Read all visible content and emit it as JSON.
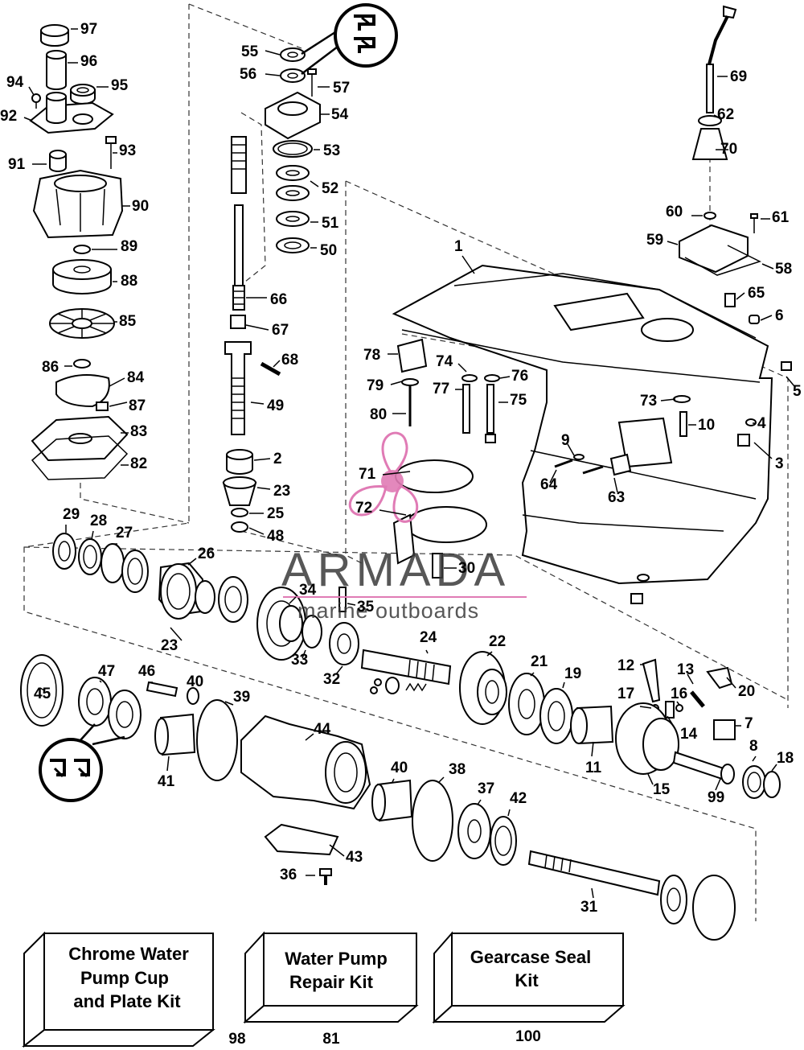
{
  "watermark": {
    "brand": "ARMADA",
    "tagline": "marine outboards",
    "accent_color": "#e07bb5"
  },
  "kits": [
    {
      "id": "kit-chrome-water-pump-cup",
      "lines": [
        "Chrome Water",
        "Pump Cup",
        "and Plate Kit"
      ],
      "number": "98"
    },
    {
      "id": "kit-water-pump-repair",
      "lines": [
        "Water Pump",
        "Repair Kit"
      ],
      "number": "81"
    },
    {
      "id": "kit-gearcase-seal",
      "lines": [
        "Gearcase Seal",
        "Kit"
      ],
      "number": "100"
    }
  ],
  "part_numbers": [
    "97",
    "96",
    "95",
    "94",
    "92",
    "93",
    "91",
    "90",
    "89",
    "88",
    "85",
    "86",
    "84",
    "87",
    "83",
    "82",
    "55",
    "56",
    "57",
    "54",
    "53",
    "52",
    "51",
    "50",
    "66",
    "67",
    "68",
    "49",
    "2",
    "23",
    "25",
    "48",
    "69",
    "62",
    "70",
    "60",
    "61",
    "59",
    "58",
    "65",
    "6",
    "5",
    "1",
    "78",
    "79",
    "80",
    "74",
    "76",
    "77",
    "75",
    "73",
    "10",
    "4",
    "9",
    "3",
    "64",
    "63",
    "71",
    "72",
    "30",
    "29",
    "28",
    "27",
    "26",
    "23",
    "34",
    "35",
    "33",
    "32",
    "24",
    "22",
    "21",
    "19",
    "11",
    "12",
    "13",
    "20",
    "17",
    "16",
    "14",
    "7",
    "8",
    "18",
    "15",
    "99",
    "45",
    "47",
    "46",
    "40",
    "39",
    "44",
    "41",
    "40",
    "38",
    "37",
    "42",
    "43",
    "36",
    "31"
  ]
}
